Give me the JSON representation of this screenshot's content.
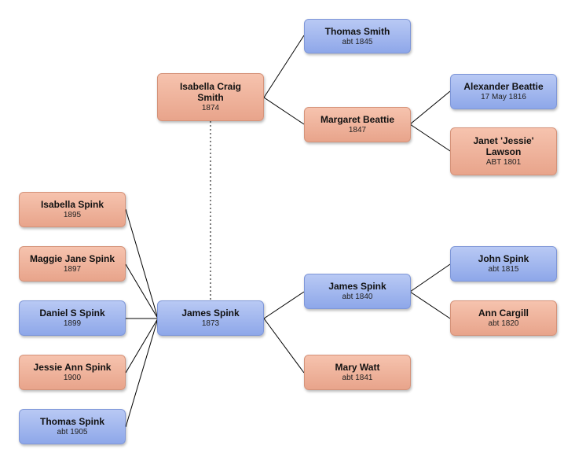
{
  "colors": {
    "male": "#9fb4ee",
    "female": "#eeb19a",
    "line": "#000000"
  },
  "people": {
    "thomas_smith": {
      "name": "Thomas Smith",
      "date": "abt 1845",
      "sex": "male"
    },
    "isabella_craig": {
      "name": "Isabella Craig Smith",
      "date": "1874",
      "sex": "female"
    },
    "margaret_beattie": {
      "name": "Margaret Beattie",
      "date": "1847",
      "sex": "female"
    },
    "alexander_beattie": {
      "name": "Alexander Beattie",
      "date": "17 May 1816",
      "sex": "male"
    },
    "janet_lawson": {
      "name": "Janet 'Jessie' Lawson",
      "date": "ABT 1801",
      "sex": "female"
    },
    "isabella_spink": {
      "name": "Isabella Spink",
      "date": "1895",
      "sex": "female"
    },
    "maggie_jane": {
      "name": "Maggie Jane Spink",
      "date": "1897",
      "sex": "female"
    },
    "daniel_s": {
      "name": "Daniel S Spink",
      "date": "1899",
      "sex": "male"
    },
    "jessie_ann": {
      "name": "Jessie Ann Spink",
      "date": "1900",
      "sex": "female"
    },
    "thomas_spink": {
      "name": "Thomas Spink",
      "date": "abt 1905",
      "sex": "male"
    },
    "james_1873": {
      "name": "James Spink",
      "date": "1873",
      "sex": "male"
    },
    "james_1840": {
      "name": "James Spink",
      "date": "abt 1840",
      "sex": "male"
    },
    "mary_watt": {
      "name": "Mary Watt",
      "date": "abt 1841",
      "sex": "female"
    },
    "john_spink": {
      "name": "John Spink",
      "date": "abt 1815",
      "sex": "male"
    },
    "ann_cargill": {
      "name": "Ann Cargill",
      "date": "abt 1820",
      "sex": "female"
    }
  }
}
